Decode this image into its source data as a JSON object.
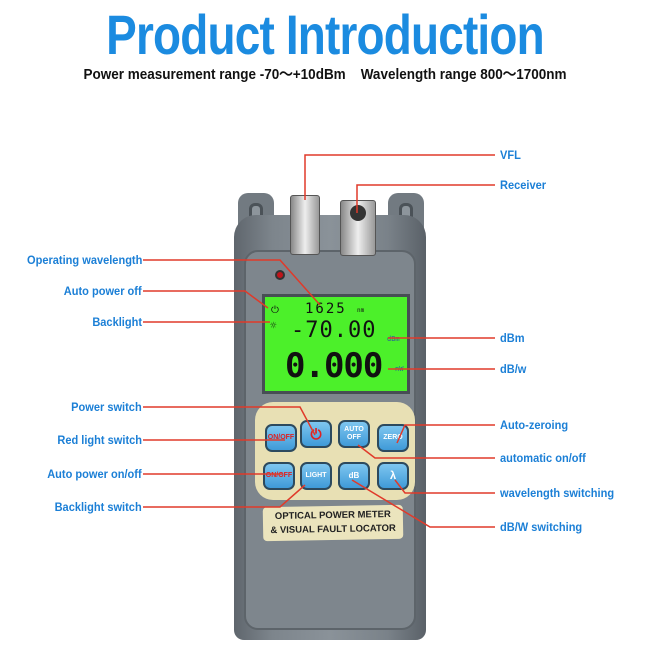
{
  "title": "Product Introduction",
  "subtitle": "Power measurement range -70～+10dBm    Wavelength range 800～1700nm",
  "left_labels": [
    "Operating wavelength",
    "Auto power off",
    "Backlight",
    "Power switch",
    "Red light switch",
    "Auto power on/off",
    "Backlight switch"
  ],
  "right_labels": [
    "VFL",
    "Receiver",
    "dBm",
    "dB/w",
    "Auto-zeroing",
    "automatic on/off",
    "wavelength switching",
    "dB/W switching"
  ],
  "display": {
    "wavelength": "1625",
    "wavelength_unit": "nm",
    "dbm": "-70.00",
    "dbm_unit": "dBm",
    "watt": "0.000",
    "watt_unit": "nW"
  },
  "buttons": {
    "on_off": "ON/OFF",
    "auto_off": "AUTO OFF",
    "zero": "ZERO",
    "onoff2": "ON/OFF",
    "light": "LIGHT",
    "db": "dB",
    "lambda": "λ"
  },
  "plate": {
    "line1": "OPTICAL POWER METER",
    "line2": "& VISUAL FAULT LOCATOR"
  },
  "colors": {
    "accent": "#1b8be0",
    "line": "#e03a2a",
    "screen": "#4cf02a"
  }
}
